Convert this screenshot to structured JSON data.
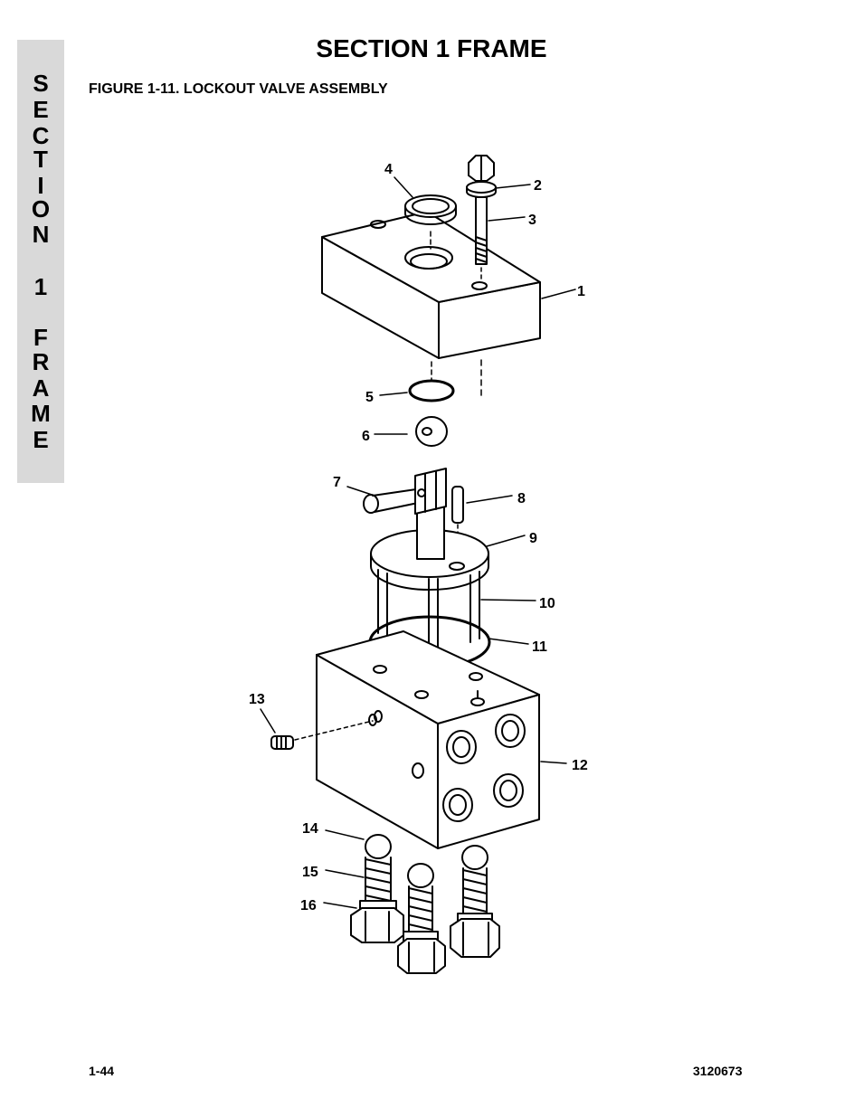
{
  "header": {
    "title": "SECTION 1  FRAME",
    "figure_title": "FIGURE 1-11.  LOCKOUT VALVE ASSEMBLY"
  },
  "side_tab": {
    "letters": [
      "S",
      "E",
      "C",
      "T",
      "I",
      "O",
      "N",
      "1",
      "F",
      "R",
      "A",
      "M",
      "E"
    ]
  },
  "callouts": [
    "1",
    "2",
    "3",
    "4",
    "5",
    "6",
    "7",
    "8",
    "9",
    "10",
    "11",
    "12",
    "13",
    "14",
    "15",
    "16"
  ],
  "footer": {
    "page_number": "1-44",
    "document_number": "3120673"
  }
}
